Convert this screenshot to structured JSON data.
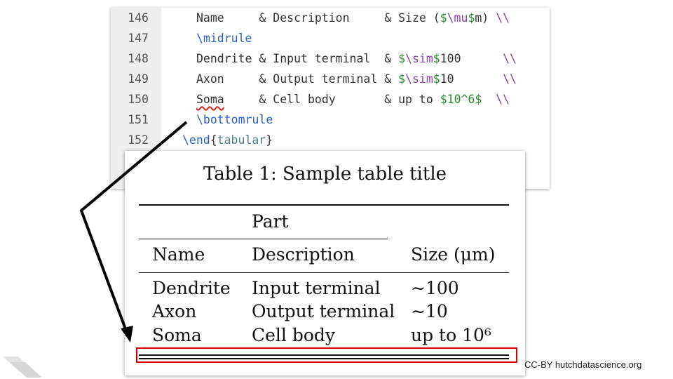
{
  "code_editor": {
    "lines": [
      {
        "number": "146",
        "parts": [
          {
            "t": "Name     & Description     & Size (",
            "c": "plain"
          },
          {
            "t": "$",
            "c": "math"
          },
          {
            "t": "\\mu",
            "c": "cmd"
          },
          {
            "t": "$",
            "c": "math"
          },
          {
            "t": "m) ",
            "c": "plain"
          },
          {
            "t": "\\\\",
            "c": "slashes"
          }
        ]
      },
      {
        "number": "147",
        "parts": [
          {
            "t": "\\midrule",
            "c": "kw"
          }
        ]
      },
      {
        "number": "148",
        "parts": [
          {
            "t": "Dendrite & Input terminal  & ",
            "c": "plain"
          },
          {
            "t": "$",
            "c": "math"
          },
          {
            "t": "\\sim",
            "c": "cmd"
          },
          {
            "t": "$",
            "c": "math"
          },
          {
            "t": "100      ",
            "c": "plain"
          },
          {
            "t": "\\\\",
            "c": "slashes"
          }
        ]
      },
      {
        "number": "149",
        "parts": [
          {
            "t": "Axon     & Output terminal & ",
            "c": "plain"
          },
          {
            "t": "$",
            "c": "math"
          },
          {
            "t": "\\sim",
            "c": "cmd"
          },
          {
            "t": "$",
            "c": "math"
          },
          {
            "t": "10       ",
            "c": "plain"
          },
          {
            "t": "\\\\",
            "c": "slashes"
          }
        ]
      },
      {
        "number": "150",
        "parts": [
          {
            "t": "Soma",
            "c": "squiggle"
          },
          {
            "t": "     & Cell body       & up to ",
            "c": "plain"
          },
          {
            "t": "$10^6$",
            "c": "math"
          },
          {
            "t": "  ",
            "c": "plain"
          },
          {
            "t": "\\\\",
            "c": "slashes"
          }
        ]
      },
      {
        "number": "151",
        "parts": [
          {
            "t": "\\bottomrule",
            "c": "kw"
          }
        ]
      },
      {
        "number": "152",
        "indent": "back",
        "parts": [
          {
            "t": "\\end",
            "c": "kw"
          },
          {
            "t": "{",
            "c": "plain"
          },
          {
            "t": "tabular",
            "c": "arg"
          },
          {
            "t": "}",
            "c": "plain"
          }
        ]
      }
    ]
  },
  "rendered_table": {
    "title": "Table 1: Sample table title",
    "group_header": "Part",
    "headers": {
      "name": "Name",
      "description": "Description",
      "size": "Size (μm)"
    },
    "rows": [
      {
        "name": "Dendrite",
        "description": "Input terminal",
        "size": "∼100"
      },
      {
        "name": "Axon",
        "description": "Output terminal",
        "size": "∼10"
      },
      {
        "name": "Soma",
        "description": "Cell body",
        "size": "up to 10⁶"
      }
    ]
  },
  "license": "CC-BY hutchdatascience.org",
  "colors": {
    "highlight": "#d80000",
    "keyword": "#2c5fc4",
    "math": "#2b8a2b",
    "command": "#8a3fa3"
  }
}
